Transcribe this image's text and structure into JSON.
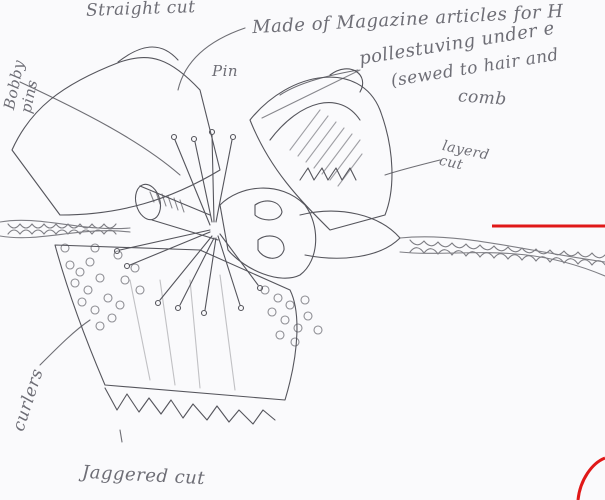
{
  "labels": {
    "straight_cut": "Straight cut",
    "made_of": "Made of Magazine articles for H",
    "made_of_line2": "pollestuving under e",
    "made_of_line3": "(sewed to hair and",
    "pin": "Pin",
    "comb": "comb",
    "layered_cut": "layerd cut",
    "bobby_pins": "Bobby pins",
    "curlers": "curlers",
    "jagged_cut": "Jaggered cut"
  },
  "colors": {
    "pencil": "#55555c",
    "paper": "#fafafc",
    "marker_red": "#e01818"
  }
}
